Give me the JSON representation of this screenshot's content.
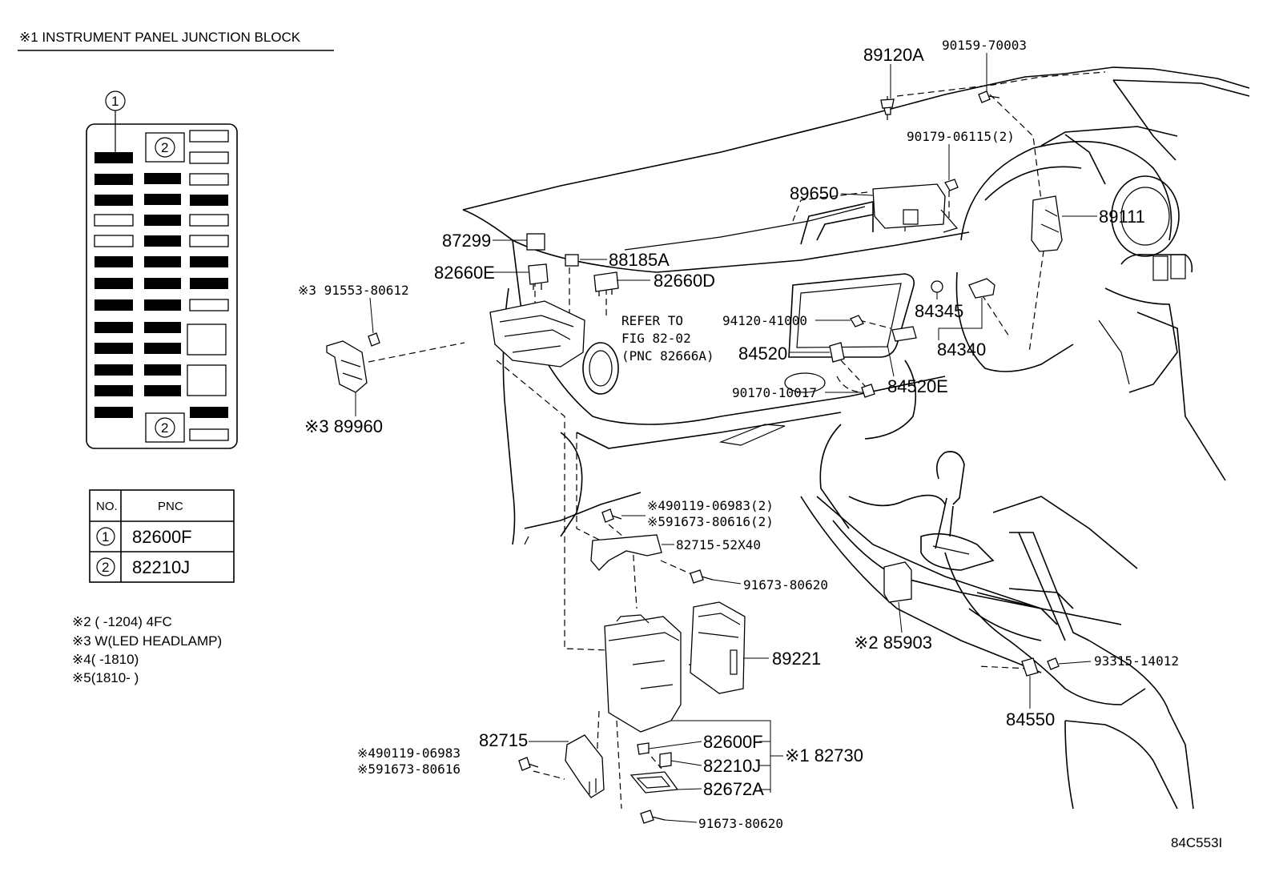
{
  "header": {
    "title": "※1 INSTRUMENT PANEL JUNCTION BLOCK"
  },
  "fuse_block": {
    "callout_1": "1",
    "callout_2_top": "2",
    "callout_2_bottom": "2"
  },
  "pnc_table": {
    "col_no": "NO.",
    "col_pnc": "PNC",
    "rows": [
      {
        "no": "1",
        "pnc": "82600F"
      },
      {
        "no": "2",
        "pnc": "82210J"
      }
    ]
  },
  "notes": [
    "※2 (      -1204) 4FC",
    "※3  W(LED HEADLAMP)",
    "※4(      -1810)",
    "※5(1810-      )"
  ],
  "labels": {
    "p89120A": "89120A",
    "p90159_70003": "90159-70003",
    "p90179_06115": "90179-06115(2)",
    "p89650": "89650",
    "p89111": "89111",
    "p87299": "87299",
    "p88185A": "88185A",
    "p82660E": "82660E",
    "p82660D": "82660D",
    "p91553_80612": "※3 91553-80612",
    "refer_1": "REFER TO",
    "refer_2": "FIG 82-02",
    "refer_3": "(PNC 82666A)",
    "p84345": "84345",
    "p94120_41000": "94120-41000",
    "p84340": "84340",
    "p84520": "84520",
    "p90170_10017": "90170-10017",
    "p84520E": "84520E",
    "p89960": "※3 89960",
    "p490119_06983_2": "※490119-06983(2)",
    "p591673_80616_2": "※591673-80616(2)",
    "p82715_52X40": "82715-52X40",
    "p91673_80620_a": "91673-80620",
    "p89221": "89221",
    "p85903": "※2 85903",
    "p93315_14012": "93315-14012",
    "p84550": "84550",
    "p82715": "82715",
    "p490119_06983": "※490119-06983",
    "p591673_80616": "※591673-80616",
    "p82600F": "82600F",
    "p82210J": "82210J",
    "p82672A": "82672A",
    "p82730": "※1 82730",
    "p91673_80620_b": "91673-80620"
  },
  "footer": {
    "code": "84C553I"
  }
}
